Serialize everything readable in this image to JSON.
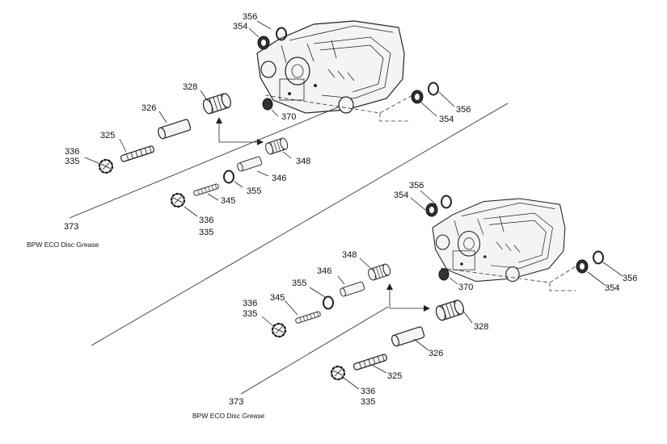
{
  "diagram": {
    "labels": {
      "top_356": "356",
      "top_354": "354",
      "top_328": "328",
      "top_326": "326",
      "top_325": "325",
      "top_336": "336",
      "top_335": "335",
      "top_370": "370",
      "top_348": "348",
      "top_346": "346",
      "top_355": "355",
      "top_345": "345",
      "top_336b": "336",
      "top_335b": "335",
      "top_356r": "356",
      "top_354r": "354",
      "top_373": "373",
      "top_grease": "BPW ECO Disc Grease",
      "bot_356": "356",
      "bot_354": "354",
      "bot_348": "348",
      "bot_346": "346",
      "bot_355": "355",
      "bot_345": "345",
      "bot_336": "336",
      "bot_335": "335",
      "bot_370": "370",
      "bot_356r": "356",
      "bot_354r": "354",
      "bot_328": "328",
      "bot_326": "326",
      "bot_325": "325",
      "bot_336b": "336",
      "bot_335b": "335",
      "bot_373": "373",
      "bot_grease": "BPW ECO Disc Grease"
    }
  }
}
